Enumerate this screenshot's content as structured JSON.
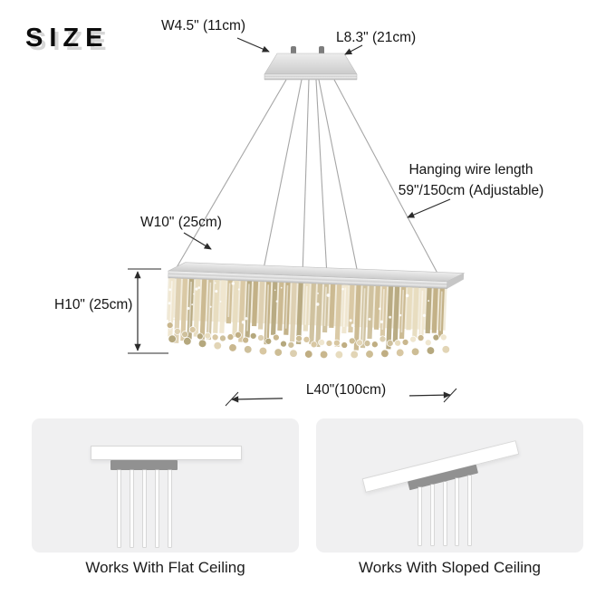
{
  "header": {
    "size_label": "SIZE"
  },
  "dimensions": {
    "canopy_width": "W4.5\" (11cm)",
    "canopy_length": "L8.3\" (21cm)",
    "wire_length_line1": "Hanging wire length",
    "wire_length_line2": "59\"/150cm (Adjustable)",
    "fixture_width": "W10\" (25cm)",
    "fixture_height": "H10\" (25cm)",
    "fixture_length": "L40\"(100cm)"
  },
  "compatibility": {
    "flat_caption": "Works With Flat Ceiling",
    "sloped_caption": "Works With Sloped Ceiling"
  },
  "colors": {
    "crystal_accent": "#d8c7a2",
    "chrome": "#d2d2d2",
    "panel_bg": "#f0f0f1",
    "text": "#151515"
  }
}
